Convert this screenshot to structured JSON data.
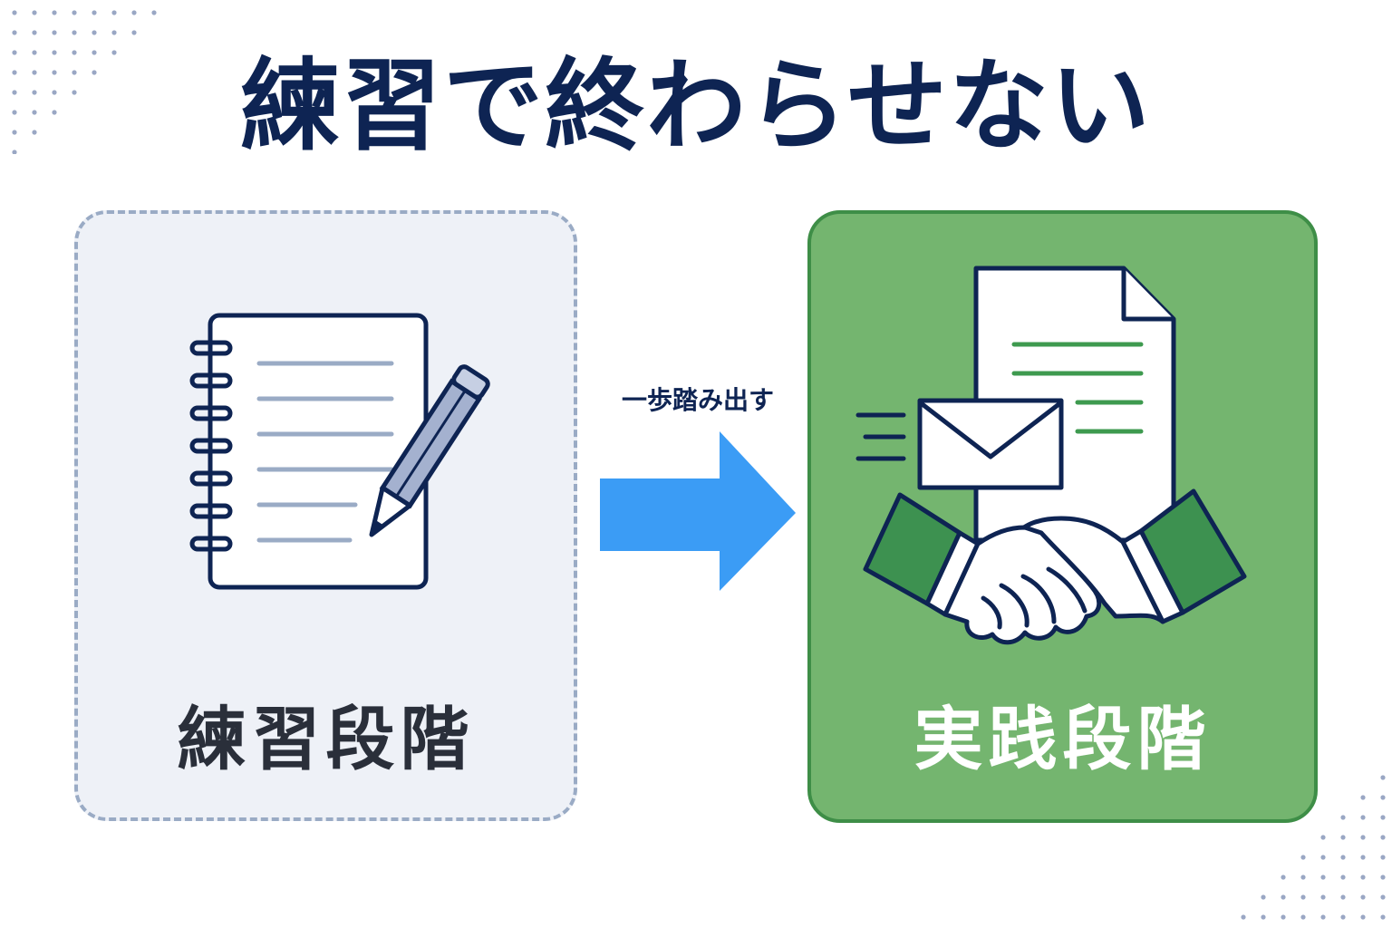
{
  "title": "練習で終わらせない",
  "practice": {
    "label": "練習段階"
  },
  "action": {
    "label": "実践段階"
  },
  "transition": {
    "label": "一歩踏み出す"
  },
  "icons": {
    "practice": [
      "notebook-icon",
      "pencil-icon"
    ],
    "action": [
      "document-icon",
      "envelope-icon",
      "handshake-icon"
    ],
    "transition": "arrow-right-icon"
  },
  "colors": {
    "title": "#0e2453",
    "practice_panel": "#eef1f7",
    "practice_border": "#9aabc5",
    "action_panel": "#74b56f",
    "action_border": "#3e8e47",
    "arrow": "#3b9cf5",
    "sleeve": "#3d9150"
  }
}
